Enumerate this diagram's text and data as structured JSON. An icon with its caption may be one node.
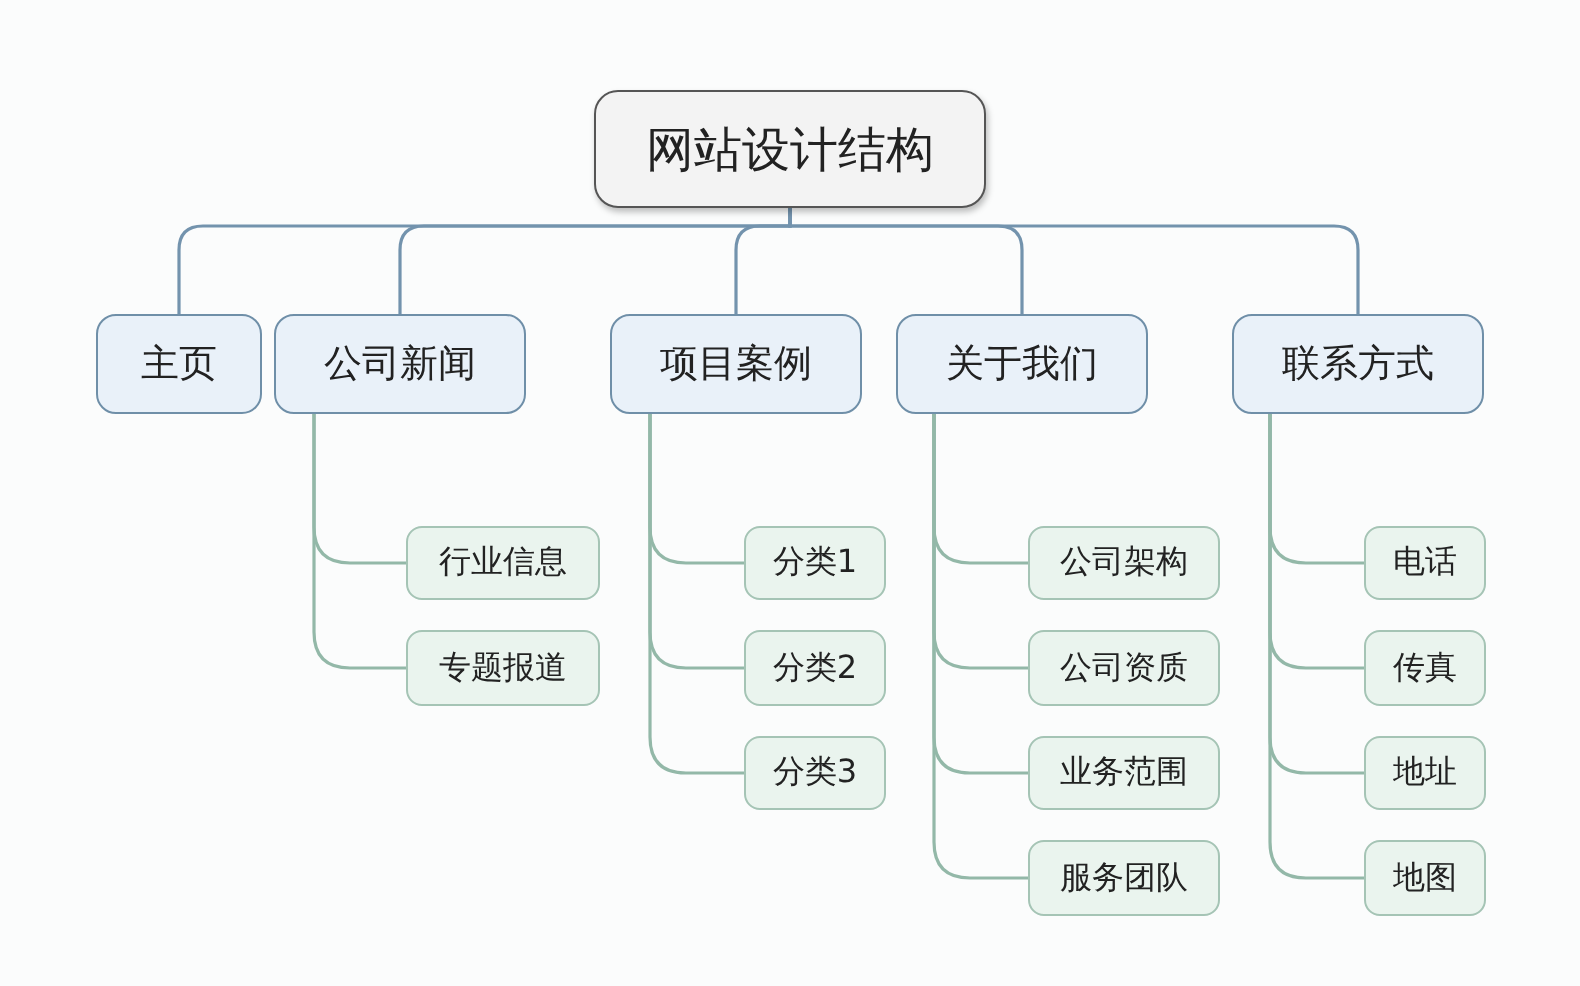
{
  "diagram": {
    "nodes": [
      {
        "text": [
          "网站设计结构"
        ]
      },
      {
        "text": [
          "主页"
        ]
      },
      {
        "text": [
          "公司新闻"
        ]
      },
      {
        "text": [
          "项目案例"
        ]
      },
      {
        "text": [
          "关于我们"
        ]
      },
      {
        "text": [
          "联系方式"
        ]
      },
      {
        "text": [
          "行业信息"
        ]
      },
      {
        "text": [
          "专题报道"
        ]
      },
      {
        "text": [
          "分类1"
        ]
      },
      {
        "text": [
          "分类2"
        ]
      },
      {
        "text": [
          "分类3"
        ]
      },
      {
        "text": [
          "公司架构"
        ]
      },
      {
        "text": [
          "公司资质"
        ]
      },
      {
        "text": [
          "业务范围"
        ]
      },
      {
        "text": [
          "服务团队"
        ]
      },
      {
        "text": [
          "电话"
        ]
      },
      {
        "text": [
          "传真"
        ]
      },
      {
        "text": [
          "地址"
        ]
      },
      {
        "text": [
          "地图"
        ]
      }
    ],
    "edges": [
      {
        "from": 0,
        "to": 1,
        "arrow": "none",
        "color": "#7393ad"
      },
      {
        "from": 0,
        "to": 2,
        "arrow": "none",
        "color": "#7393ad"
      },
      {
        "from": 0,
        "to": 3,
        "arrow": "none",
        "color": "#7393ad"
      },
      {
        "from": 0,
        "to": 4,
        "arrow": "none",
        "color": "#7393ad"
      },
      {
        "from": 0,
        "to": 5,
        "arrow": "none",
        "color": "#7393ad"
      },
      {
        "from": 2,
        "to": 6,
        "arrow": "none"
      },
      {
        "from": 2,
        "to": 7,
        "arrow": "none"
      },
      {
        "from": 3,
        "to": 8,
        "arrow": "none"
      },
      {
        "from": 3,
        "to": 9,
        "arrow": "none"
      },
      {
        "from": 3,
        "to": 10,
        "arrow": "none"
      },
      {
        "from": 4,
        "to": 11,
        "arrow": "none"
      },
      {
        "from": 4,
        "to": 12,
        "arrow": "none"
      },
      {
        "from": 4,
        "to": 13,
        "arrow": "none"
      },
      {
        "from": 4,
        "to": 14,
        "arrow": "none"
      },
      {
        "from": 5,
        "to": 15,
        "arrow": "none"
      },
      {
        "from": 5,
        "to": 16,
        "arrow": "none"
      },
      {
        "from": 5,
        "to": 17,
        "arrow": "none"
      },
      {
        "from": 5,
        "to": 18,
        "arrow": "none"
      }
    ]
  }
}
